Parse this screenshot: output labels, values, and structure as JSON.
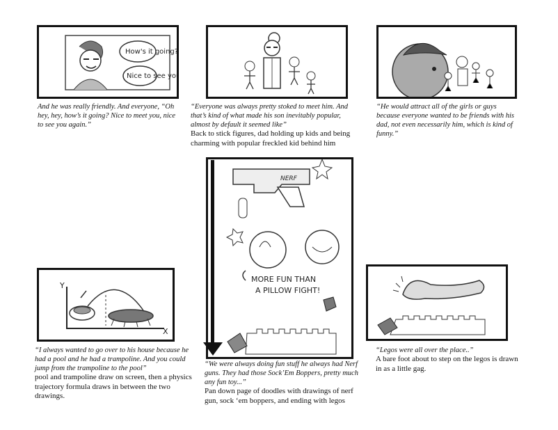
{
  "panels": [
    {
      "quote": "And he was really friendly. And everyone, “Oh hey, hey, how’s it going? Nice to meet you, nice to see you again.”",
      "bubble1": "How's it going?",
      "bubble2": "Nice to see you"
    },
    {
      "quote": "“Everyone was always pretty stoked to meet him. And that’s kind of what made his son inevitably popular, almost by default it seemed like”",
      "desc": "Back to stick figures, dad holding up kids and being charming with popular freckled kid behind him"
    },
    {
      "quote": "“He would attract all of the girls or guys because everyone wanted to be friends with his dad, not even necessarily him, which is kind of funny.”"
    },
    {
      "quote": "“We were always doing fun stuff he always had Nerf guns. They had those Sock’Em Boppers, pretty much any fun toy...”",
      "desc": "Pan down page of doodles with drawings of nerf gun, sock ‘em boppers, and ending with legos",
      "gun_label": "NERF",
      "doodle_line1": "MORE FUN THAN",
      "doodle_line2": "A PILLOW FIGHT!"
    },
    {
      "quote": "“I always wanted to go over to his house because he had a pool and he had a trampoline. And you could jump from the trampoline to the pool”",
      "desc": "pool and trampoline draw on screen, then a physics trajectory formula draws in between the two drawings.",
      "axis_y": "Y",
      "axis_x": "X"
    },
    {
      "quote": "“Legos were all over the place..”",
      "desc": "A bare foot about to step on the legos is drawn in as a little gag."
    }
  ]
}
